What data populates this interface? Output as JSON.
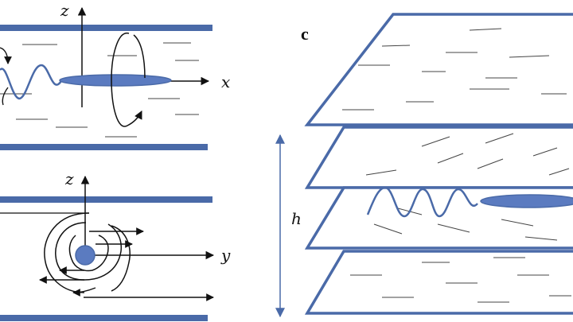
{
  "labels": {
    "z_top": "z",
    "x_axis": "x",
    "z_bottom": "z",
    "y_axis": "y",
    "panel_c": "c",
    "height": "h"
  },
  "colors": {
    "plate_blue": "#4a6aa8",
    "fill_blue": "#5b7bc0",
    "ink": "#111111",
    "hatch": "#444444"
  }
}
